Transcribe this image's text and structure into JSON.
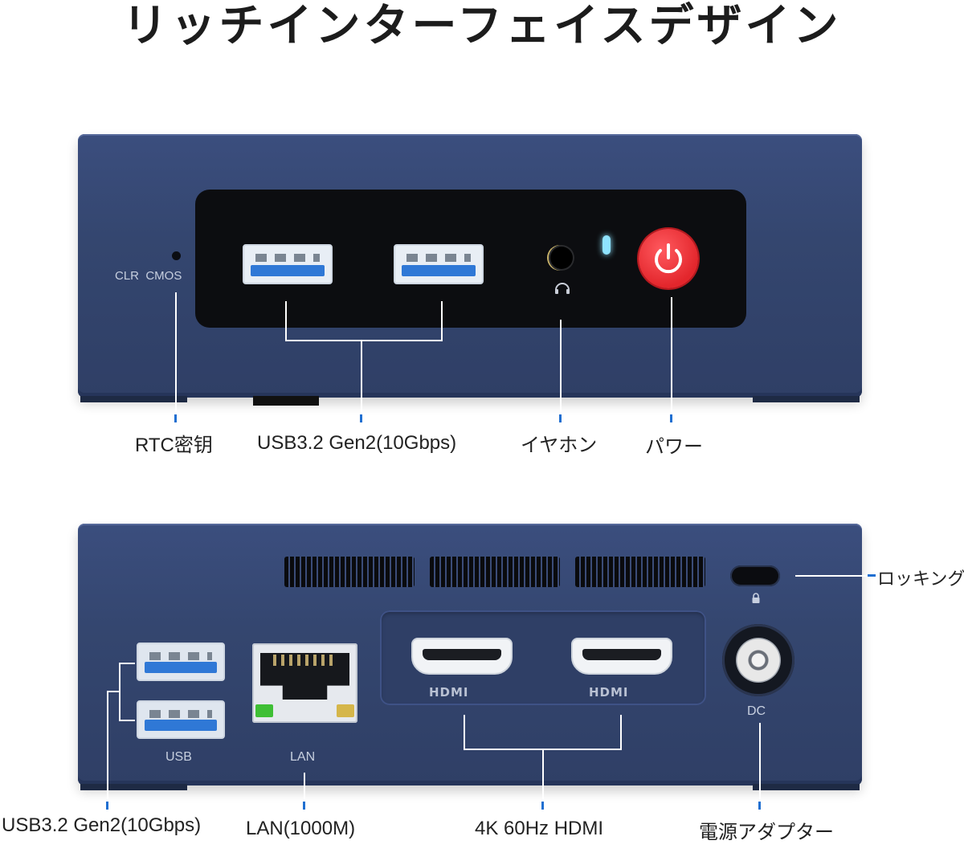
{
  "title": "リッチインターフェイスデザイン",
  "front": {
    "clr_cmos_label": "CLR  CMOS",
    "callouts": {
      "rtc": "RTC密钥",
      "usb": "USB3.2 Gen2(10Gbps)",
      "earphone": "イヤホン",
      "power": "パワー"
    }
  },
  "back": {
    "usb_label": "USB",
    "lan_label": "LAN",
    "hdmi_logo": "HDMI",
    "dc_label": "DC",
    "callouts": {
      "locking": "ロッキング",
      "usb": "USB3.2 Gen2(10Gbps)",
      "lan": "LAN(1000M)",
      "hdmi": "4K 60Hz HDMI",
      "power_adapter": "電源アダプター"
    }
  },
  "colors": {
    "chassis": "#34466f",
    "power_button": "#e8343a",
    "usb_tongue": "#2f78d6",
    "callout_tick": "#1f6fd1",
    "led": "#8fe3ff"
  }
}
